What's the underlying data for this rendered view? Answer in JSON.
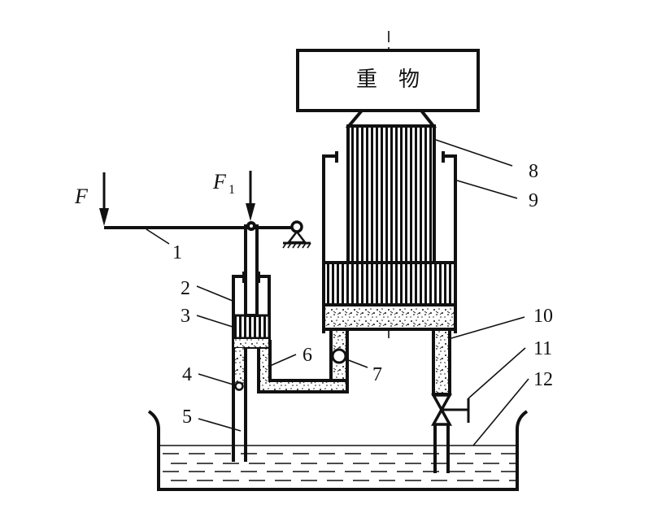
{
  "title": "Hydraulic jack working principle",
  "load_block": {
    "label": "重　物"
  },
  "forces": [
    {
      "symbol": "F",
      "subscript": ""
    },
    {
      "symbol": "F",
      "subscript": "1"
    }
  ],
  "callouts": [
    {
      "number": "1",
      "part": "lever"
    },
    {
      "number": "2",
      "part": "small cylinder"
    },
    {
      "number": "3",
      "part": "small piston"
    },
    {
      "number": "4",
      "part": "check valve (suction)"
    },
    {
      "number": "5",
      "part": "suction pipe"
    },
    {
      "number": "6",
      "part": "connecting pipe"
    },
    {
      "number": "7",
      "part": "check valve (discharge)"
    },
    {
      "number": "8",
      "part": "large piston"
    },
    {
      "number": "9",
      "part": "large cylinder"
    },
    {
      "number": "10",
      "part": "return pipe"
    },
    {
      "number": "11",
      "part": "shut-off valve"
    },
    {
      "number": "12",
      "part": "oil tank"
    }
  ],
  "colors": {
    "ink": "#111111",
    "background": "#ffffff"
  }
}
